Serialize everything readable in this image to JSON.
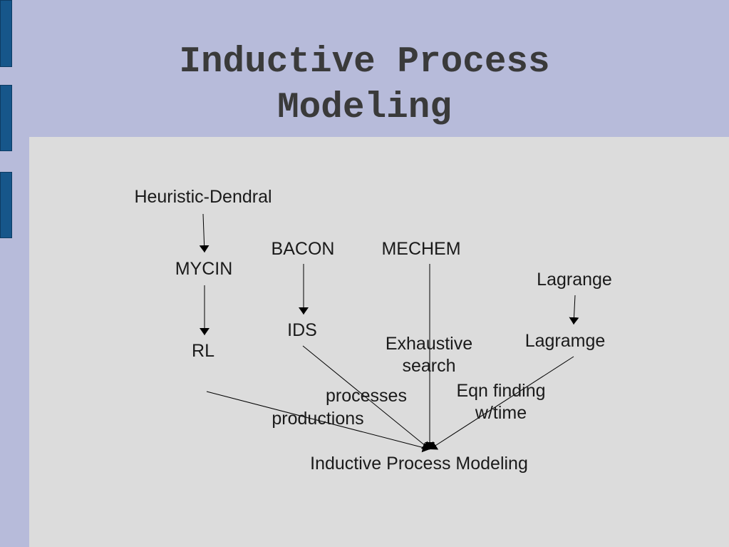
{
  "slide": {
    "title_line1": "Inductive Process",
    "title_line2": "Modeling"
  },
  "diagram": {
    "nodes": {
      "heuristic_dendral": "Heuristic-Dendral",
      "mycin": "MYCIN",
      "rl": "RL",
      "bacon": "BACON",
      "ids": "IDS",
      "mechem": "MECHEM",
      "lagrange": "Lagrange",
      "lagramge": "Lagramge",
      "ipm": "Inductive Process Modeling"
    },
    "edge_labels": {
      "productions": "productions",
      "processes": "processes",
      "exhaustive_search": "Exhaustive\nsearch",
      "eqn_finding": "Eqn finding\nw/time"
    }
  }
}
